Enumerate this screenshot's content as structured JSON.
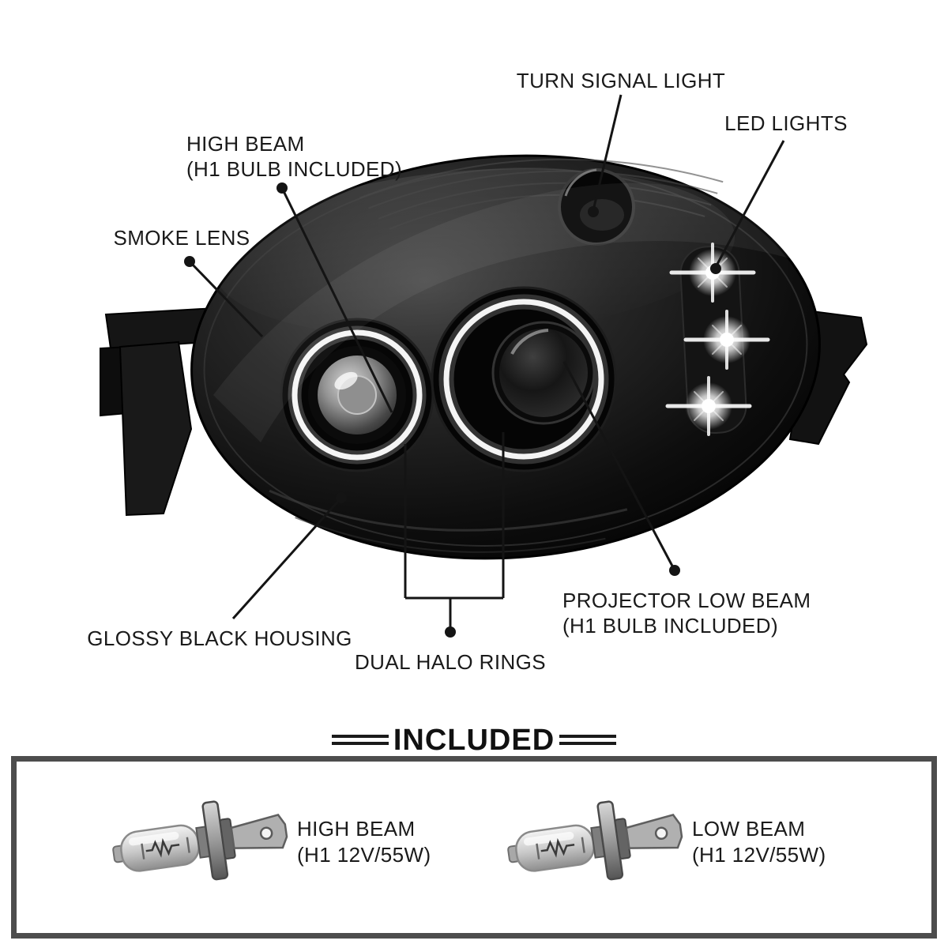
{
  "colors": {
    "background": "#ffffff",
    "text": "#1a1a1a",
    "callout_line": "#141414",
    "included_box_border": "#4d4d4d",
    "housing": "#0a0a0a",
    "halo_ring": "#ffffff"
  },
  "callouts": {
    "turn_signal": {
      "label": "TURN SIGNAL LIGHT"
    },
    "led_lights": {
      "label": "LED LIGHTS"
    },
    "high_beam": {
      "line1": "HIGH BEAM",
      "line2": "(H1 BULB INCLUDED)"
    },
    "smoke_lens": {
      "label": "SMOKE LENS"
    },
    "glossy_black_housing": {
      "label": "GLOSSY BLACK HOUSING"
    },
    "dual_halo_rings": {
      "label": "DUAL HALO RINGS"
    },
    "projector_low_beam": {
      "line1": "PROJECTOR LOW BEAM",
      "line2": "(H1 BULB INCLUDED)"
    }
  },
  "included": {
    "title": "INCLUDED",
    "items": [
      {
        "line1": "HIGH BEAM",
        "line2": "(H1 12V/55W)"
      },
      {
        "line1": "LOW BEAM",
        "line2": "(H1 12V/55W)"
      }
    ]
  }
}
